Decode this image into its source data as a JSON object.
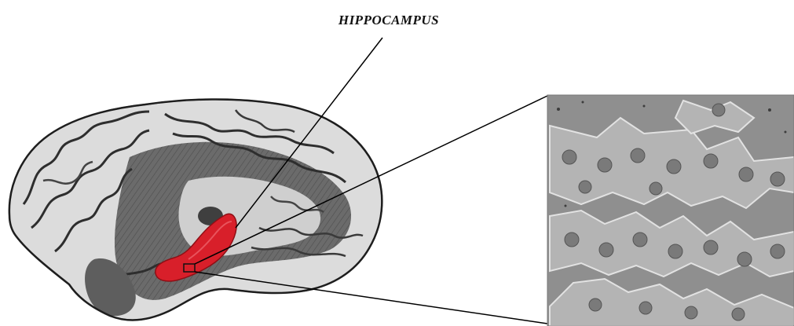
{
  "figure": {
    "label": "HIPPOCAMPUS",
    "colors": {
      "hippocampus": "#d81f2a",
      "brain_light": "#d9d9d9",
      "brain_dark": "#5a5a5a",
      "micrograph_bg": "#8f8f8f",
      "cell": "#b6b6b6",
      "leader_line": "#000000"
    },
    "elements": [
      {
        "name": "brain-illustration"
      },
      {
        "name": "hippocampus-region"
      },
      {
        "name": "sample-box"
      },
      {
        "name": "cell-micrograph"
      }
    ]
  }
}
